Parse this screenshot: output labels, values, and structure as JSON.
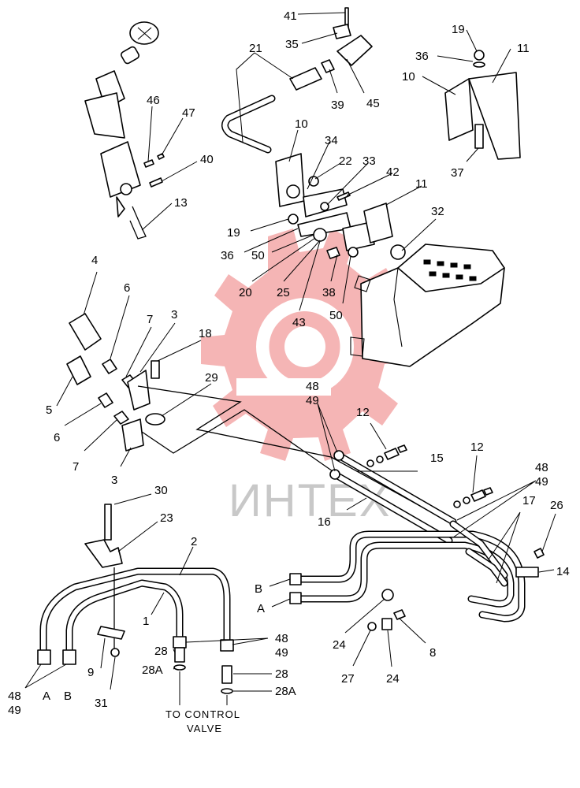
{
  "watermark": {
    "text": "ИНТЕХ",
    "gear_color": "#f5b5b5",
    "text_color": "#c8c8c8"
  },
  "note": {
    "line1": "TO  CONTROL",
    "line2": "VALVE"
  },
  "callouts": [
    {
      "id": "41",
      "label": "41"
    },
    {
      "id": "35",
      "label": "35"
    },
    {
      "id": "21",
      "label": "21"
    },
    {
      "id": "39",
      "label": "39"
    },
    {
      "id": "45",
      "label": "45"
    },
    {
      "id": "19a",
      "label": "19"
    },
    {
      "id": "36a",
      "label": "36"
    },
    {
      "id": "11a",
      "label": "11"
    },
    {
      "id": "10a",
      "label": "10"
    },
    {
      "id": "37",
      "label": "37"
    },
    {
      "id": "46",
      "label": "46"
    },
    {
      "id": "47",
      "label": "47"
    },
    {
      "id": "40",
      "label": "40"
    },
    {
      "id": "13",
      "label": "13"
    },
    {
      "id": "10b",
      "label": "10"
    },
    {
      "id": "34",
      "label": "34"
    },
    {
      "id": "22",
      "label": "22"
    },
    {
      "id": "33",
      "label": "33"
    },
    {
      "id": "42",
      "label": "42"
    },
    {
      "id": "11b",
      "label": "11"
    },
    {
      "id": "32",
      "label": "32"
    },
    {
      "id": "19b",
      "label": "19"
    },
    {
      "id": "36b",
      "label": "36"
    },
    {
      "id": "50a",
      "label": "50"
    },
    {
      "id": "20",
      "label": "20"
    },
    {
      "id": "25",
      "label": "25"
    },
    {
      "id": "38",
      "label": "38"
    },
    {
      "id": "43",
      "label": "43"
    },
    {
      "id": "50b",
      "label": "50"
    },
    {
      "id": "4",
      "label": "4"
    },
    {
      "id": "6a",
      "label": "6"
    },
    {
      "id": "7a",
      "label": "7"
    },
    {
      "id": "3a",
      "label": "3"
    },
    {
      "id": "18",
      "label": "18"
    },
    {
      "id": "29",
      "label": "29"
    },
    {
      "id": "5",
      "label": "5"
    },
    {
      "id": "6b",
      "label": "6"
    },
    {
      "id": "7b",
      "label": "7"
    },
    {
      "id": "3b",
      "label": "3"
    },
    {
      "id": "48a",
      "label": "48"
    },
    {
      "id": "49a",
      "label": "49"
    },
    {
      "id": "12a",
      "label": "12"
    },
    {
      "id": "15",
      "label": "15"
    },
    {
      "id": "12b",
      "label": "12"
    },
    {
      "id": "48b",
      "label": "48"
    },
    {
      "id": "49b",
      "label": "49"
    },
    {
      "id": "16",
      "label": "16"
    },
    {
      "id": "17",
      "label": "17"
    },
    {
      "id": "26",
      "label": "26"
    },
    {
      "id": "14",
      "label": "14"
    },
    {
      "id": "30",
      "label": "30"
    },
    {
      "id": "23",
      "label": "23"
    },
    {
      "id": "2",
      "label": "2"
    },
    {
      "id": "1",
      "label": "1"
    },
    {
      "id": "Ba",
      "label": "B"
    },
    {
      "id": "Aa",
      "label": "A"
    },
    {
      "id": "24a",
      "label": "24"
    },
    {
      "id": "8",
      "label": "8"
    },
    {
      "id": "48c",
      "label": "48"
    },
    {
      "id": "49c",
      "label": "49"
    },
    {
      "id": "28a",
      "label": "28"
    },
    {
      "id": "28Aa",
      "label": "28A"
    },
    {
      "id": "28b",
      "label": "28"
    },
    {
      "id": "28Ab",
      "label": "28A"
    },
    {
      "id": "9",
      "label": "9"
    },
    {
      "id": "31",
      "label": "31"
    },
    {
      "id": "48d",
      "label": "48"
    },
    {
      "id": "49d",
      "label": "49"
    },
    {
      "id": "Ab",
      "label": "A"
    },
    {
      "id": "Bb",
      "label": "B"
    },
    {
      "id": "27",
      "label": "27"
    },
    {
      "id": "24b",
      "label": "24"
    }
  ]
}
